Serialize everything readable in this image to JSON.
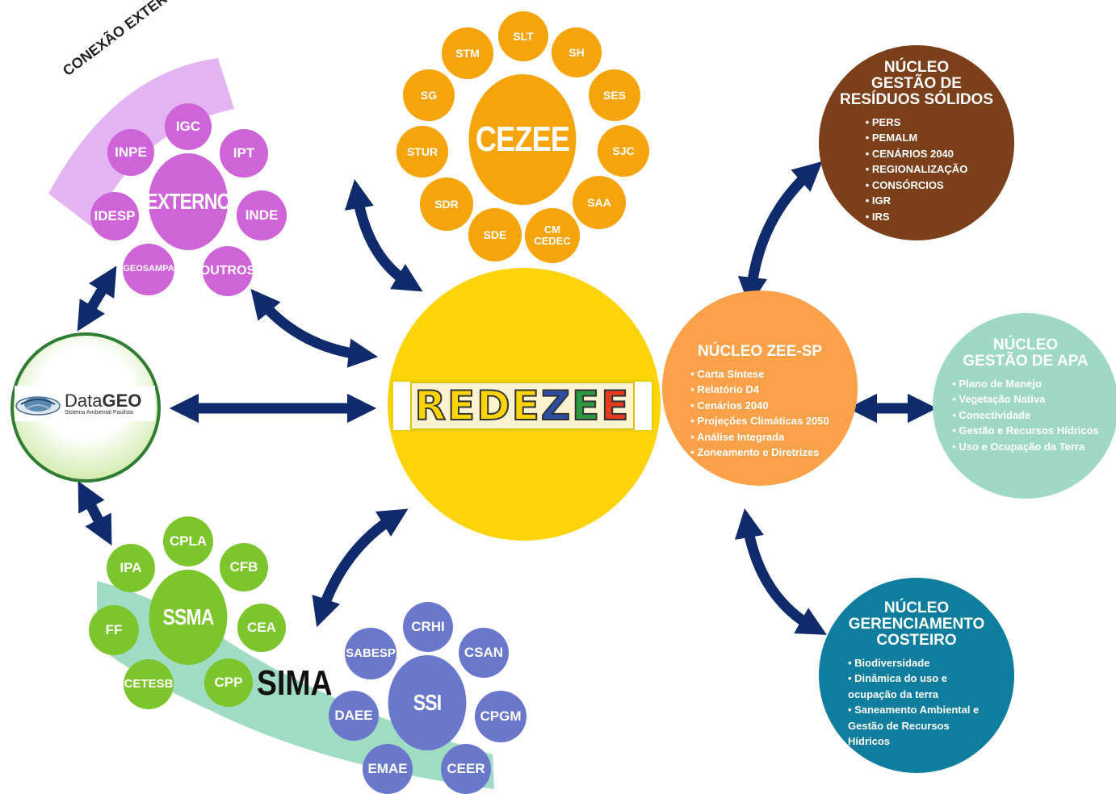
{
  "colors": {
    "redezee": "#fdd30a",
    "cezee": "#f6a40b",
    "externo": "#cf63d8",
    "ssma": "#7dc52c",
    "ssi": "#6a78cc",
    "zee_sp": "#fba14a",
    "residuos": "#7b3f1a",
    "apa": "#9fd9c5",
    "costeiro": "#0f7d9d",
    "arrow": "#0f2b6b",
    "conexao_band": "#e3b4f2",
    "sima_band": "#9fdcc3",
    "datageo_ring": "#2e7d32"
  },
  "center": {
    "logo_letters": [
      {
        "t": "R",
        "c": "#ffd400"
      },
      {
        "t": "E",
        "c": "#ffd400"
      },
      {
        "t": "D",
        "c": "#ffd400"
      },
      {
        "t": "E",
        "c": "#ffd400"
      },
      {
        "t": "Z",
        "c": "#2c4fa3"
      },
      {
        "t": "E",
        "c": "#2e9b43"
      },
      {
        "t": "E",
        "c": "#e53a1e"
      }
    ]
  },
  "datageo": {
    "name_plain": "Data",
    "name_bold": "GEO",
    "subtitle": "Sistema Ambiental Paulista"
  },
  "conexao_externa": {
    "label": "CONEXÃO EXTERNA"
  },
  "externo": {
    "title": "EXTERNO",
    "satellites": [
      "IGC",
      "IPT",
      "INDE",
      "OUTROS",
      "GEOSAMPA",
      "IDESP",
      "INPE"
    ]
  },
  "cezee": {
    "title": "CEZEE",
    "satellites": [
      "SLT",
      "SH",
      "SES",
      "SJC",
      "SAA",
      "CM CEDEC",
      "SDE",
      "SDR",
      "STUR",
      "SG",
      "STM"
    ]
  },
  "ssma": {
    "title": "SSMA",
    "satellites": [
      "CPLA",
      "CFB",
      "CEA",
      "CPP",
      "CETESB",
      "FF",
      "IPA"
    ]
  },
  "ssi": {
    "title": "SSI",
    "satellites": [
      "CRHI",
      "CSAN",
      "CPGM",
      "CEER",
      "EMAE",
      "DAEE",
      "SABESP"
    ]
  },
  "sima": {
    "label": "SIMA"
  },
  "nucleo_zee": {
    "title": "NÚCLEO ZEE-SP",
    "items": [
      "Carta Síntese",
      "Relatório D4",
      "Cenários 2040",
      "Projeções Climáticas 2050",
      "Análise Integrada",
      "Zoneamento e Diretrizes"
    ]
  },
  "nucleo_residuos": {
    "title_lines": [
      "NÚCLEO",
      "GESTÃO DE",
      "RESÍDUOS SÓLIDOS"
    ],
    "items": [
      "PERS",
      "PEMALM",
      "CENÁRIOS 2040",
      "REGIONALIZAÇÃO",
      "CONSÓRCIOS",
      "IGR",
      "IRS"
    ]
  },
  "nucleo_apa": {
    "title_lines": [
      "NÚCLEO",
      "GESTÃO DE APA"
    ],
    "items": [
      "Plano de Manejo",
      "Vegetação Nativa",
      "Conectividade",
      "Gestão e Recursos Hídricos",
      "Uso e Ocupação da Terra"
    ]
  },
  "nucleo_costeiro": {
    "title_lines": [
      "NÚCLEO",
      "GERENCIAMENTO",
      "COSTEIRO"
    ],
    "items": [
      "Biodiversidade",
      "Dinâmica do uso e ocupação da terra",
      "Saneamento Ambiental e Gestão de Recursos Hídricos"
    ]
  }
}
